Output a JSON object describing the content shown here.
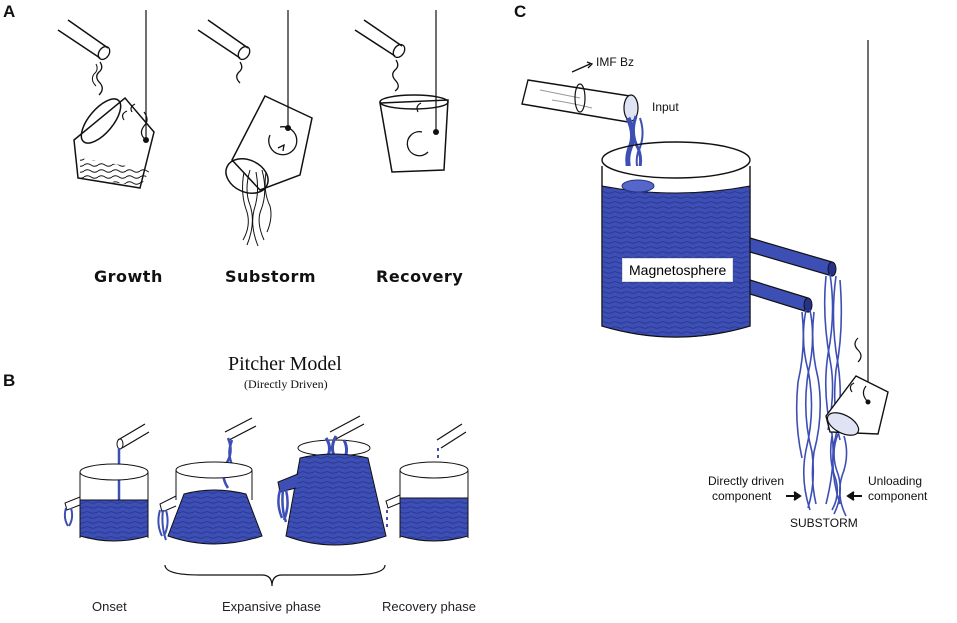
{
  "panels": {
    "a": {
      "letter": "A",
      "stages": [
        "Growth",
        "Substorm",
        "Recovery"
      ]
    },
    "b": {
      "letter": "B",
      "title": "Pitcher Model",
      "subtitle": "(Directly Driven)",
      "stages": [
        "Onset",
        "Expansive phase",
        "Recovery phase"
      ]
    },
    "c": {
      "letter": "C",
      "imf_label": "IMF Bz",
      "input_label": "Input",
      "magnetosphere_label": "Magnetosphere",
      "directly_driven_label": [
        "Directly driven",
        "component"
      ],
      "unloading_label": [
        "Unloading",
        "component"
      ],
      "substorm_label": "SUBSTORM"
    }
  },
  "colors": {
    "water": "#3d4fb5",
    "water_dark": "#26338a",
    "line": "#111111",
    "background": "#ffffff"
  }
}
